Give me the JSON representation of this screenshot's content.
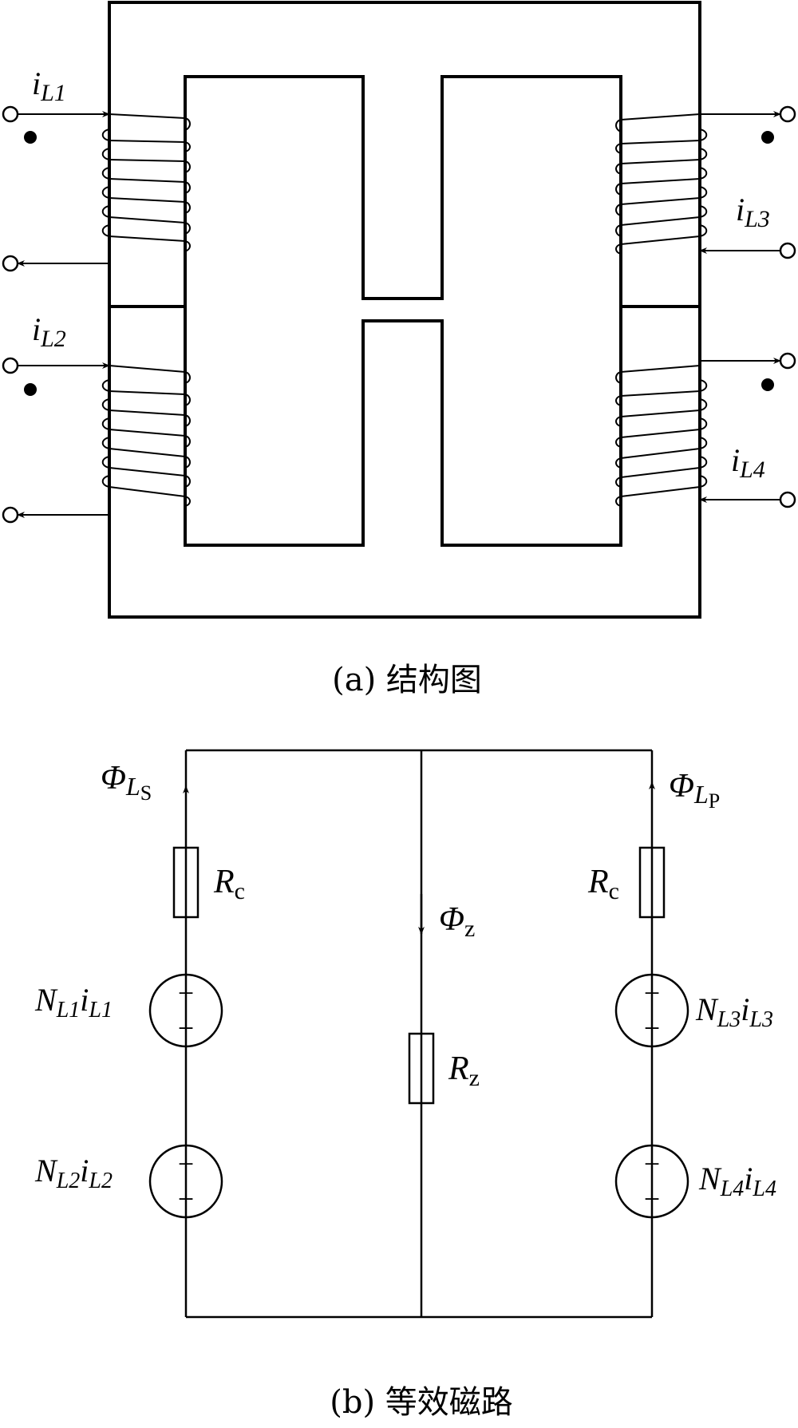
{
  "structure": {
    "caption": "(a) 结构图",
    "currents": [
      {
        "sym": "i",
        "sub": "L1"
      },
      {
        "sym": "i",
        "sub": "L2"
      },
      {
        "sym": "i",
        "sub": "L3"
      },
      {
        "sym": "i",
        "sub": "L4"
      }
    ]
  },
  "circuit": {
    "caption": "(b) 等效磁路",
    "flux_left": {
      "sym": "Φ",
      "sub": "L",
      "subsub": "S"
    },
    "flux_right": {
      "sym": "Φ",
      "sub": "L",
      "subsub": "P"
    },
    "flux_center": {
      "sym": "Φ",
      "sub": "z"
    },
    "r_left": {
      "sym": "R",
      "sub": "c"
    },
    "r_right": {
      "sym": "R",
      "sub": "c"
    },
    "r_center": {
      "sym": "R",
      "sub": "z"
    },
    "sources": [
      {
        "n": "N",
        "nsub": "L1",
        "i": "i",
        "isub": "L1"
      },
      {
        "n": "N",
        "nsub": "L2",
        "i": "i",
        "isub": "L2"
      },
      {
        "n": "N",
        "nsub": "L3",
        "i": "i",
        "isub": "L3"
      },
      {
        "n": "N",
        "nsub": "L4",
        "i": "i",
        "isub": "L4"
      }
    ],
    "plus": "+",
    "minus": "−"
  }
}
